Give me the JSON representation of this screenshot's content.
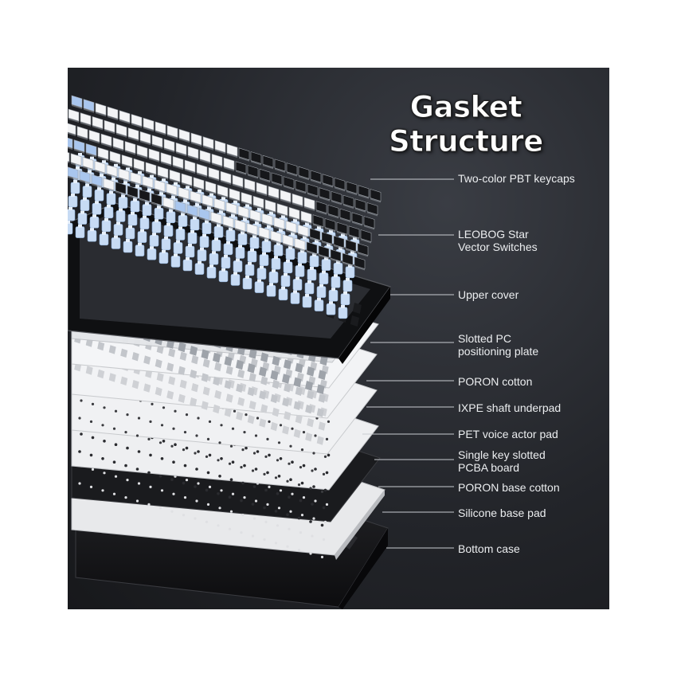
{
  "title": "Gasket Structure",
  "colors": {
    "background_dark": "#23252a",
    "keycap_white": "#f3f4f6",
    "keycap_blue": "#a9c6ee",
    "keycap_black": "#16171a",
    "switch_blue": "#c7dbf4",
    "plate_light": "#eceef0",
    "plate_dark": "#1b1c1f"
  },
  "layers": [
    {
      "label": "Two-color PBT keycaps"
    },
    {
      "label": "LEOBOG Star\nVector Switches"
    },
    {
      "label": "Upper cover"
    },
    {
      "label": "Slotted PC\npositioning plate"
    },
    {
      "label": "PORON cotton"
    },
    {
      "label": "IXPE shaft underpad"
    },
    {
      "label": "PET voice actor pad"
    },
    {
      "label": "Single key slotted\nPCBA board"
    },
    {
      "label": "PORON base cotton"
    },
    {
      "label": "Silicone base pad"
    },
    {
      "label": "Bottom case"
    }
  ]
}
